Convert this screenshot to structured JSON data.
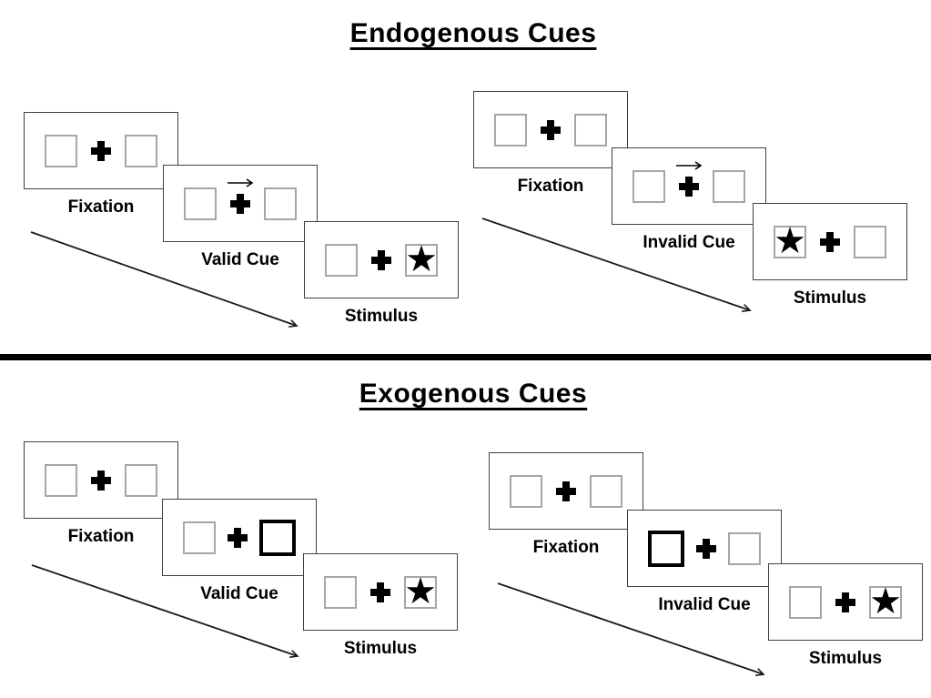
{
  "diagram": {
    "sections": [
      {
        "title": "Endogenous Cues",
        "groups": [
          {
            "name": "valid-trial",
            "panels": [
              {
                "label": "Fixation",
                "left_box": "empty",
                "right_box": "empty",
                "cue_arrow": false
              },
              {
                "label": "Valid Cue",
                "left_box": "empty",
                "right_box": "empty",
                "cue_arrow": true
              },
              {
                "label": "Stimulus",
                "left_box": "empty",
                "right_box": "star",
                "cue_arrow": false
              }
            ]
          },
          {
            "name": "invalid-trial",
            "panels": [
              {
                "label": "Fixation",
                "left_box": "empty",
                "right_box": "empty",
                "cue_arrow": false
              },
              {
                "label": "Invalid Cue",
                "left_box": "empty",
                "right_box": "empty",
                "cue_arrow": true
              },
              {
                "label": "Stimulus",
                "left_box": "star",
                "right_box": "empty",
                "cue_arrow": false
              }
            ]
          }
        ]
      },
      {
        "title": "Exogenous Cues",
        "groups": [
          {
            "name": "valid-trial",
            "panels": [
              {
                "label": "Fixation",
                "left_box": "empty",
                "right_box": "empty",
                "cue_arrow": false
              },
              {
                "label": "Valid Cue",
                "left_box": "empty",
                "right_box": "cued",
                "cue_arrow": false
              },
              {
                "label": "Stimulus",
                "left_box": "empty",
                "right_box": "star",
                "cue_arrow": false
              }
            ]
          },
          {
            "name": "invalid-trial",
            "panels": [
              {
                "label": "Fixation",
                "left_box": "empty",
                "right_box": "empty",
                "cue_arrow": false
              },
              {
                "label": "Invalid Cue",
                "left_box": "cued",
                "right_box": "empty",
                "cue_arrow": false
              },
              {
                "label": "Stimulus",
                "left_box": "empty",
                "right_box": "star",
                "cue_arrow": false
              }
            ]
          }
        ]
      }
    ],
    "icons": {
      "star": "★",
      "fixation_cross": "+",
      "cue_arrow": "→"
    },
    "colors": {
      "background": "#ffffff",
      "ink": "#000000",
      "panel_border": "#404040",
      "box_border": "#a6a6a6",
      "cued_box_border": "#000000"
    }
  }
}
